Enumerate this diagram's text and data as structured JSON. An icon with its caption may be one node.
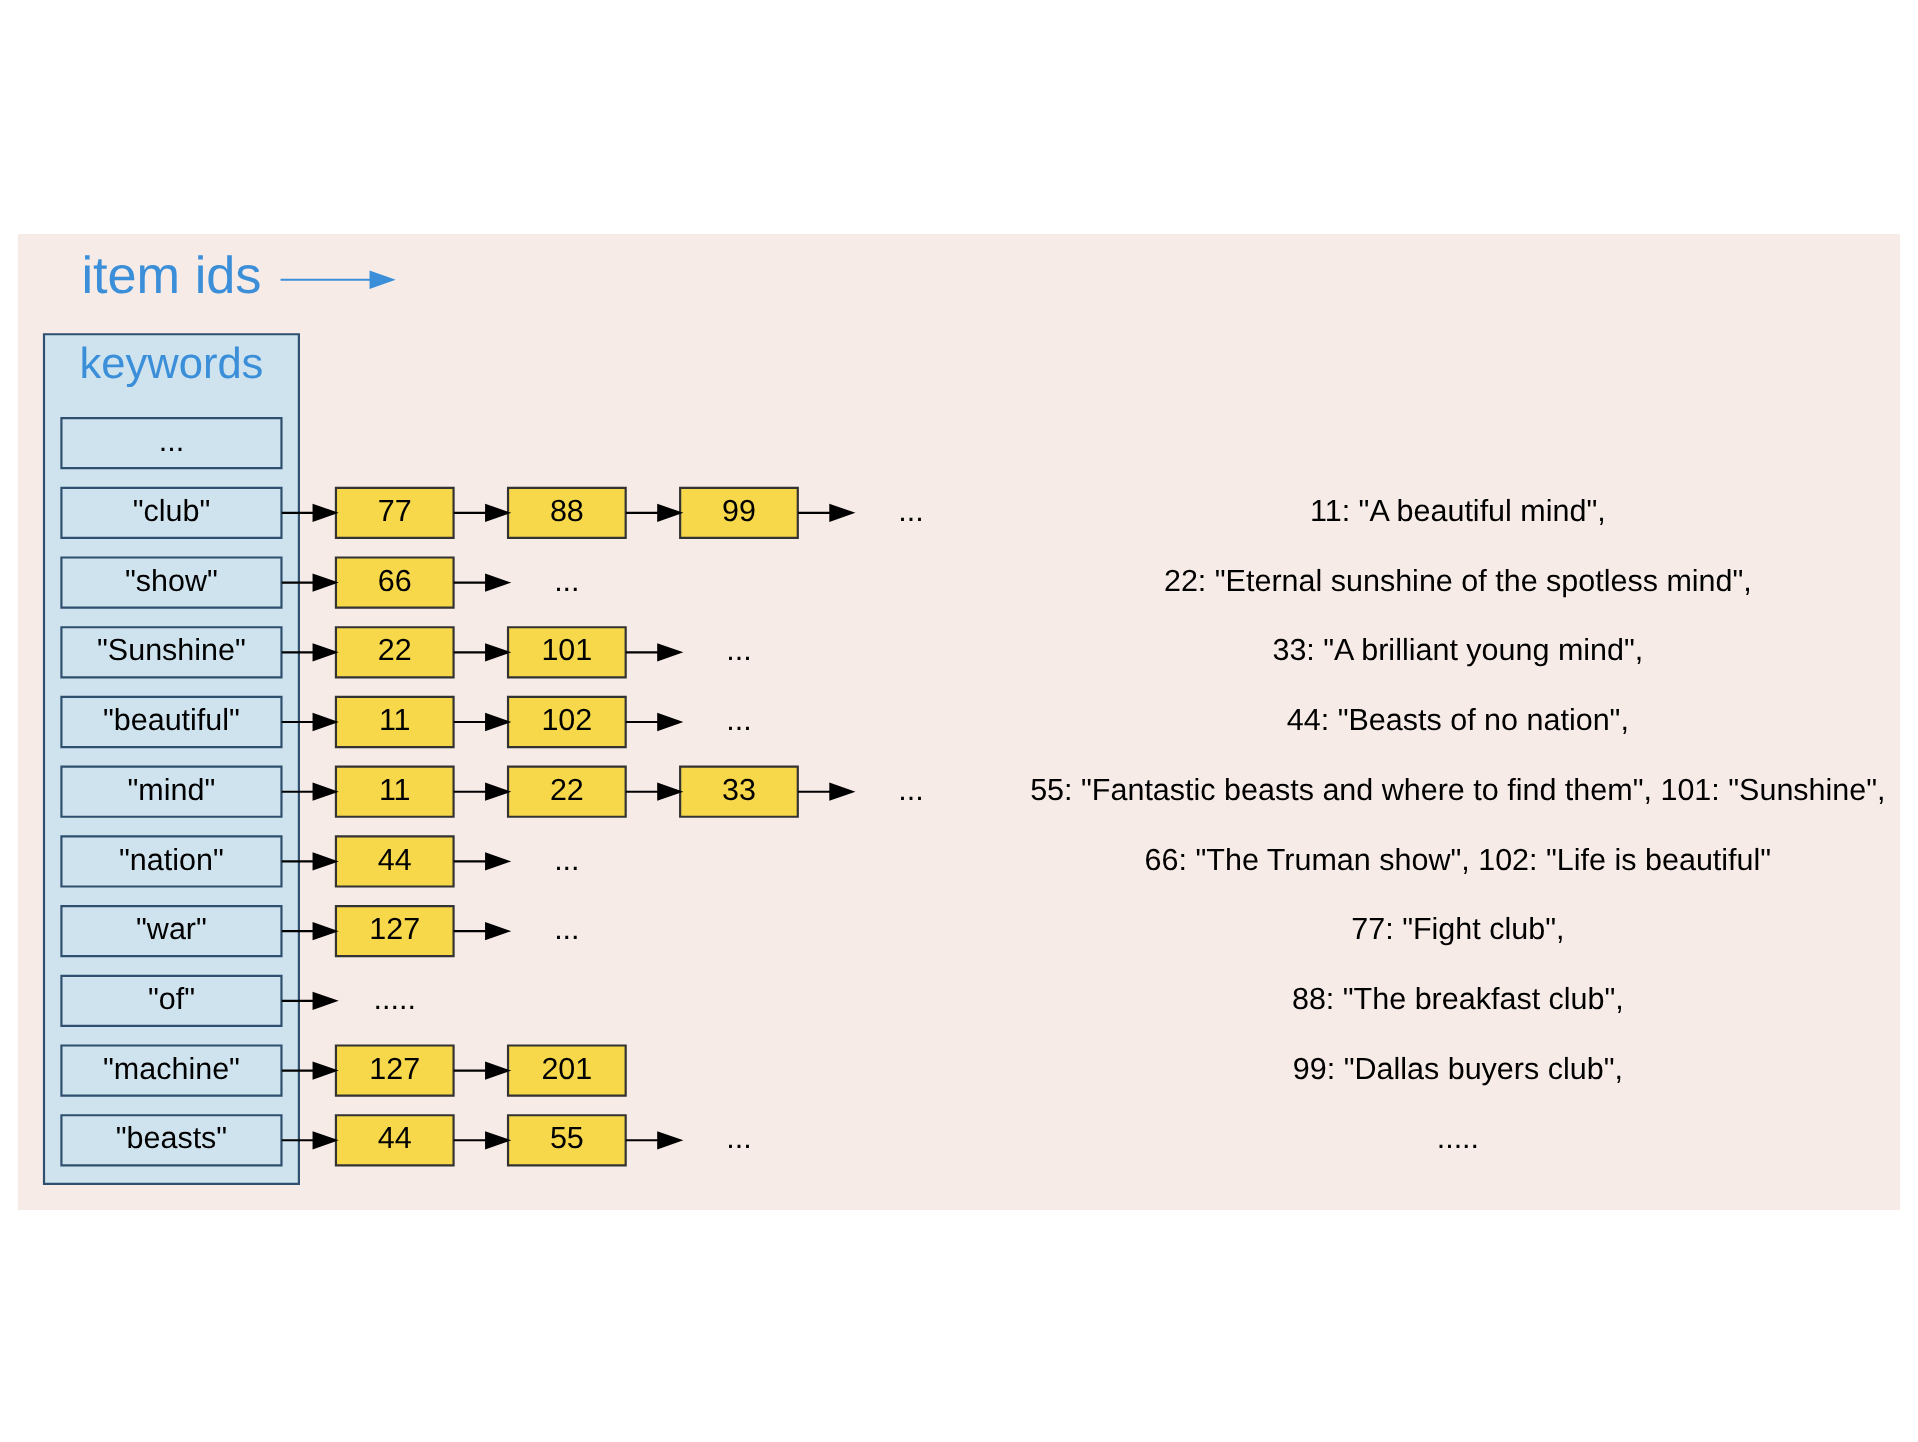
{
  "diagram": {
    "nodes": [
      {
        "text": [
          "keywords"
        ]
      },
      {
        "text": [
          "\"beasts\""
        ],
        "in": 0
      },
      {
        "text": [
          "\"machine\""
        ],
        "in": 0
      },
      {
        "text": [
          "\"of\""
        ],
        "in": 0
      },
      {
        "text": [
          "\"war\""
        ],
        "in": 0
      },
      {
        "text": [
          "\"nation\""
        ],
        "in": 0
      },
      {
        "text": [
          "\"mind\""
        ],
        "in": 0
      },
      {
        "text": [
          "\"beautiful\""
        ],
        "in": 0
      },
      {
        "text": [
          "\"Sunshine\""
        ],
        "in": 0
      },
      {
        "text": [
          "\"show\""
        ],
        "in": 0
      },
      {
        "text": [
          "\"club\""
        ],
        "in": 0
      },
      {
        "text": [
          "..."
        ],
        "in": 0
      },
      {
        "text": [
          "item ids"
        ]
      },
      {
        "text": [
          "44"
        ]
      },
      {
        "text": [
          "55"
        ]
      },
      {
        "text": [
          "..."
        ]
      },
      {
        "text": [
          "127"
        ]
      },
      {
        "text": [
          "201"
        ]
      },
      {
        "text": [
          "....."
        ]
      },
      {
        "text": [
          "127"
        ]
      },
      {
        "text": [
          "..."
        ]
      },
      {
        "text": [
          "44"
        ]
      },
      {
        "text": [
          "..."
        ]
      },
      {
        "text": [
          "11"
        ]
      },
      {
        "text": [
          "22"
        ]
      },
      {
        "text": [
          "33"
        ]
      },
      {
        "text": [
          "..."
        ]
      },
      {
        "text": [
          "11"
        ]
      },
      {
        "text": [
          "102"
        ]
      },
      {
        "text": [
          "..."
        ]
      },
      {
        "text": [
          "22"
        ]
      },
      {
        "text": [
          "101"
        ]
      },
      {
        "text": [
          "..."
        ]
      },
      {
        "text": [
          "66"
        ]
      },
      {
        "text": [
          "..."
        ]
      },
      {
        "text": [
          "77"
        ]
      },
      {
        "text": [
          "88"
        ]
      },
      {
        "text": [
          "99"
        ]
      },
      {
        "text": [
          "..."
        ]
      }
    ],
    "edges": [
      {
        "from": 1,
        "to": 13,
        "arrow": "to"
      },
      {
        "from": 13,
        "to": 14,
        "arrow": "to"
      },
      {
        "from": 14,
        "to": 15,
        "arrow": "to"
      },
      {
        "from": 2,
        "to": 16,
        "arrow": "to"
      },
      {
        "from": 16,
        "to": 17,
        "arrow": "to"
      },
      {
        "from": 3,
        "to": 18,
        "arrow": "to"
      },
      {
        "from": 4,
        "to": 19,
        "arrow": "to"
      },
      {
        "from": 19,
        "to": 20,
        "arrow": "to"
      },
      {
        "from": 5,
        "to": 21,
        "arrow": "to"
      },
      {
        "from": 21,
        "to": 22,
        "arrow": "to"
      },
      {
        "from": 6,
        "to": 23,
        "arrow": "to"
      },
      {
        "from": 23,
        "to": 24,
        "arrow": "to"
      },
      {
        "from": 24,
        "to": 25,
        "arrow": "to"
      },
      {
        "from": 25,
        "to": 26,
        "arrow": "to"
      },
      {
        "from": 7,
        "to": 27,
        "arrow": "to"
      },
      {
        "from": 27,
        "to": 28,
        "arrow": "to"
      },
      {
        "from": 28,
        "to": 29,
        "arrow": "to"
      },
      {
        "from": 8,
        "to": 30,
        "arrow": "to"
      },
      {
        "from": 30,
        "to": 31,
        "arrow": "to"
      },
      {
        "from": 31,
        "to": 32,
        "arrow": "to"
      },
      {
        "from": 9,
        "to": 33,
        "arrow": "to"
      },
      {
        "from": 33,
        "to": 34,
        "arrow": "to"
      },
      {
        "from": 10,
        "to": 35,
        "arrow": "to"
      },
      {
        "from": 35,
        "to": 36,
        "arrow": "to"
      },
      {
        "from": 36,
        "to": 37,
        "arrow": "to"
      },
      {
        "from": 37,
        "to": 38,
        "arrow": "to"
      },
      {
        "from": 12,
        "to": null,
        "arrow": "to",
        "color": "#3b8fd9"
      }
    ],
    "labels": [
      "11: \"A beautiful mind\",",
      "22: \"Eternal sunshine of the spotless mind\",",
      "33: \"A brilliant young mind\",",
      "44: \"Beasts of no nation\",",
      "55: \"Fantastic beasts and where to find them\", 101: \"Sunshine\",",
      "66: \"The Truman show\", 102: \"Life is beautiful\"",
      "77: \"Fight club\",",
      "88: \"The breakfast club\",",
      "99: \"Dallas buyers club\",",
      "....."
    ]
  }
}
